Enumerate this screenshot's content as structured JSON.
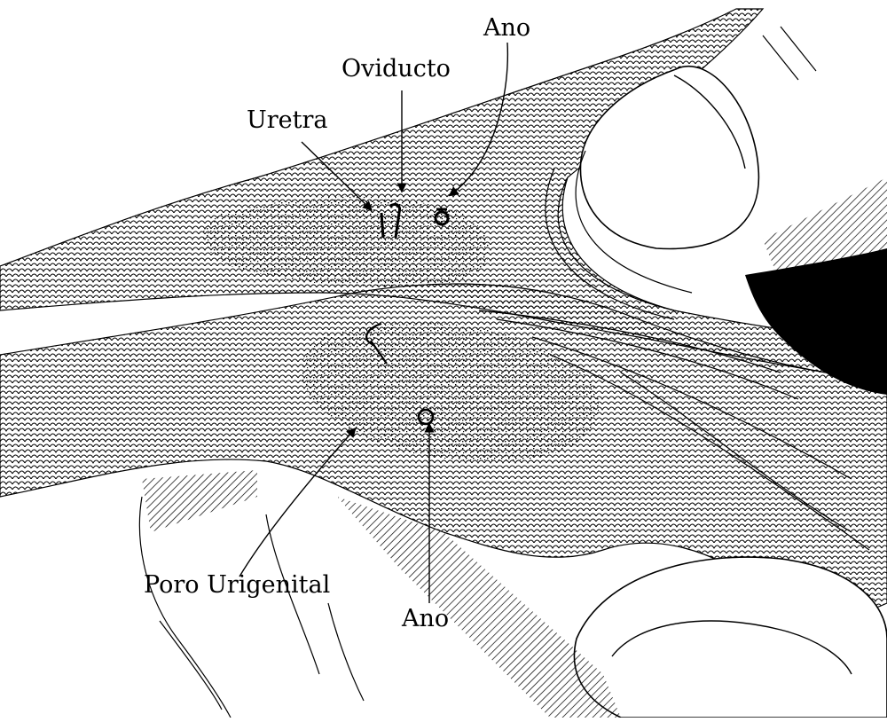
{
  "labels": {
    "ano_top": "Ano",
    "oviducto": "Oviducto",
    "uretra": "Uretra",
    "poro_urigenital": "Poro Urigenital",
    "ano_bottom": "Ano"
  },
  "colors": {
    "ink": "#000000",
    "paper": "#ffffff"
  }
}
